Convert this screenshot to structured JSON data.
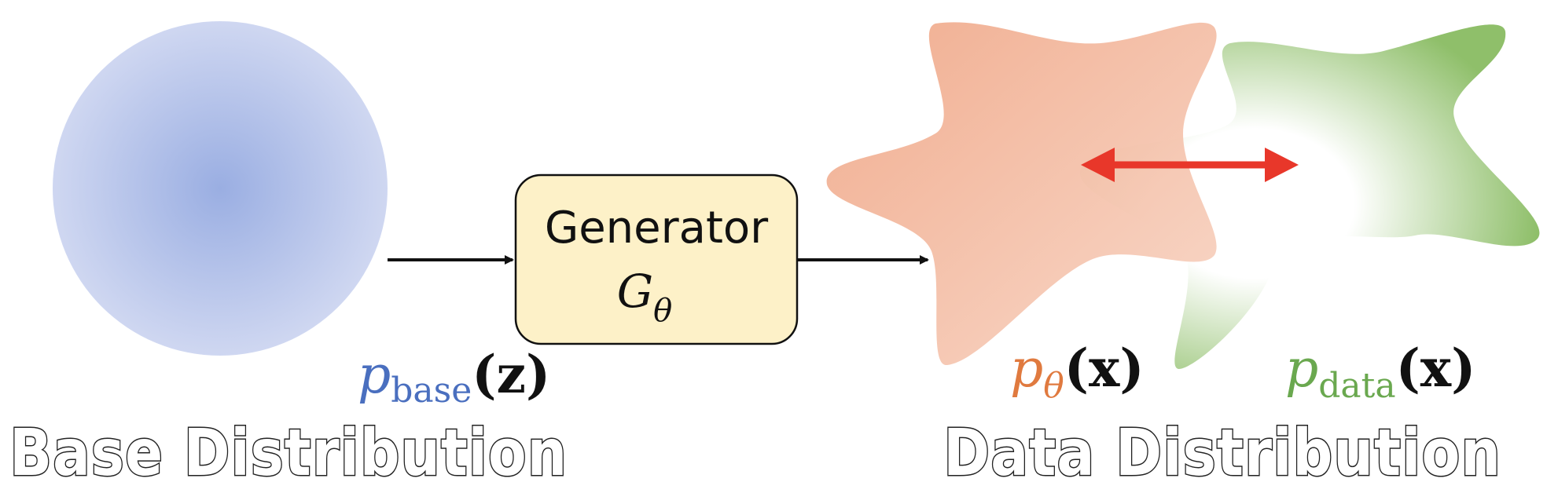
{
  "generator": {
    "label": "Generator",
    "symbol": "G",
    "symbol_subscript": "θ"
  },
  "base": {
    "p_symbol": "p",
    "p_subscript": "base",
    "p_arg": "(z)",
    "title": "Base Distribution",
    "color": "#4a6fbf"
  },
  "model": {
    "p_symbol": "p",
    "p_subscript": "θ",
    "p_arg": "(x)",
    "color": "#e07a3f"
  },
  "data": {
    "p_symbol": "p",
    "p_subscript": "data",
    "p_arg": "(x)",
    "title": "Data Distribution",
    "color": "#6aa84f"
  },
  "colors": {
    "base_fill_center": "#9aaee2",
    "base_fill_edge": "#cfd7f1",
    "model_fill": "#f0a98a",
    "data_fill": "#8fbf6a",
    "generator_fill": "#fdf1c8",
    "divergence_arrow": "#e8372a",
    "flow_arrow": "#111111"
  }
}
